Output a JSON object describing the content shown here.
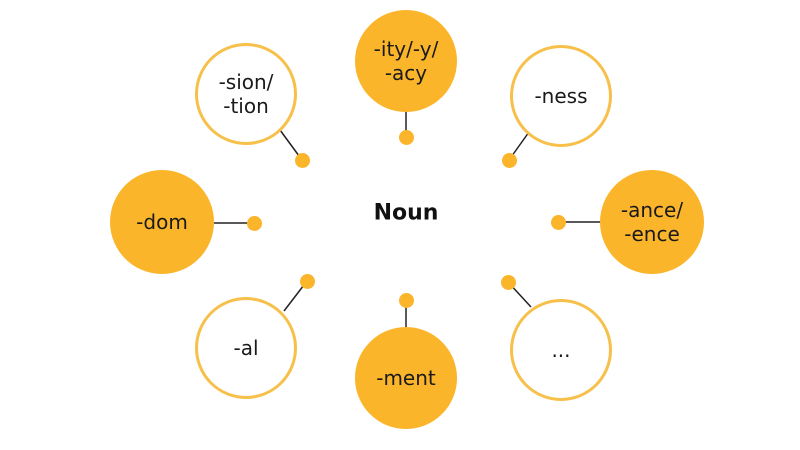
{
  "diagram": {
    "center": {
      "label": "Noun"
    },
    "colors": {
      "filled": "#fbb52b",
      "outline": "#f6c04a",
      "connector": "#222222"
    },
    "nodes": [
      {
        "id": "ity",
        "label": "-ity/-y/\n-acy",
        "style": "filled"
      },
      {
        "id": "ness",
        "label": "-ness",
        "style": "outline"
      },
      {
        "id": "ance",
        "label": "-ance/\n-ence",
        "style": "filled"
      },
      {
        "id": "ellipsis",
        "label": "...",
        "style": "outline"
      },
      {
        "id": "ment",
        "label": "-ment",
        "style": "filled"
      },
      {
        "id": "al",
        "label": "-al",
        "style": "outline"
      },
      {
        "id": "dom",
        "label": "-dom",
        "style": "filled"
      },
      {
        "id": "sion",
        "label": "-sion/\n-tion",
        "style": "outline"
      }
    ]
  }
}
